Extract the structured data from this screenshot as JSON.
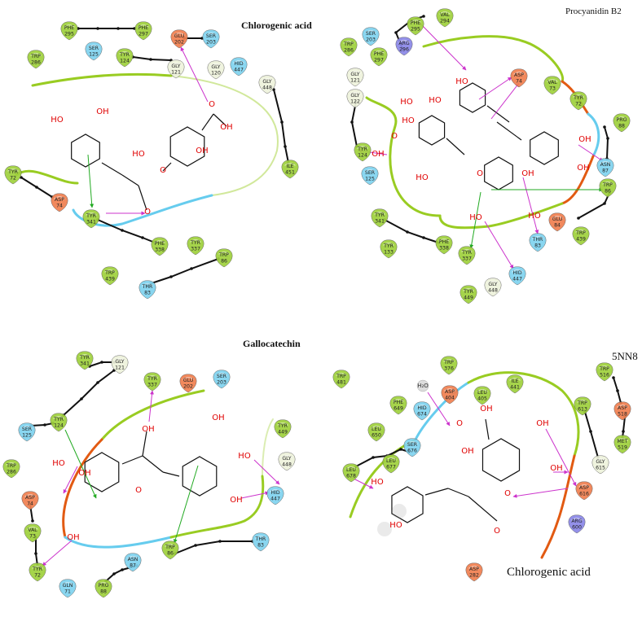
{
  "panels": [
    {
      "title": "Chlorogenic acid",
      "residues": [
        {
          "name": "PHE",
          "num": "295",
          "kind": "hydrophobic"
        },
        {
          "name": "PHE",
          "num": "297",
          "kind": "hydrophobic"
        },
        {
          "name": "GLU",
          "num": "202",
          "kind": "negative"
        },
        {
          "name": "SER",
          "num": "203",
          "kind": "polar"
        },
        {
          "name": "TRP",
          "num": "286",
          "kind": "hydrophobic"
        },
        {
          "name": "SER",
          "num": "125",
          "kind": "polar"
        },
        {
          "name": "TYR",
          "num": "124",
          "kind": "hydrophobic"
        },
        {
          "name": "GLY",
          "num": "121",
          "kind": "glycine"
        },
        {
          "name": "GLY",
          "num": "120",
          "kind": "glycine"
        },
        {
          "name": "HID",
          "num": "447",
          "kind": "polar"
        },
        {
          "name": "GLY",
          "num": "448",
          "kind": "glycine"
        },
        {
          "name": "ILE",
          "num": "451",
          "kind": "hydrophobic"
        },
        {
          "name": "TYR",
          "num": "72",
          "kind": "hydrophobic"
        },
        {
          "name": "ASP",
          "num": "74",
          "kind": "negative"
        },
        {
          "name": "TYR",
          "num": "341",
          "kind": "hydrophobic"
        },
        {
          "name": "PHE",
          "num": "338",
          "kind": "hydrophobic"
        },
        {
          "name": "TYR",
          "num": "337",
          "kind": "hydrophobic"
        },
        {
          "name": "TRP",
          "num": "86",
          "kind": "hydrophobic"
        },
        {
          "name": "TRP",
          "num": "439",
          "kind": "hydrophobic"
        },
        {
          "name": "THR",
          "num": "83",
          "kind": "polar"
        }
      ],
      "atoms": [
        "HO",
        "OH",
        "HO",
        "OH",
        "O",
        "OH",
        "O",
        "O"
      ]
    },
    {
      "title": "Procyanidin B2",
      "residues": [
        {
          "name": "VAL",
          "num": "294",
          "kind": "hydrophobic"
        },
        {
          "name": "PHE",
          "num": "295",
          "kind": "hydrophobic"
        },
        {
          "name": "SER",
          "num": "203",
          "kind": "polar"
        },
        {
          "name": "TRP",
          "num": "286",
          "kind": "hydrophobic"
        },
        {
          "name": "ARG",
          "num": "296",
          "kind": "positive"
        },
        {
          "name": "PHE",
          "num": "297",
          "kind": "hydrophobic"
        },
        {
          "name": "GLY",
          "num": "121",
          "kind": "glycine"
        },
        {
          "name": "GLY",
          "num": "122",
          "kind": "glycine"
        },
        {
          "name": "ASP",
          "num": "74",
          "kind": "negative"
        },
        {
          "name": "VAL",
          "num": "73",
          "kind": "hydrophobic"
        },
        {
          "name": "TYR",
          "num": "72",
          "kind": "hydrophobic"
        },
        {
          "name": "PRO",
          "num": "88",
          "kind": "hydrophobic"
        },
        {
          "name": "TYR",
          "num": "124",
          "kind": "hydrophobic"
        },
        {
          "name": "SER",
          "num": "125",
          "kind": "polar"
        },
        {
          "name": "ASN",
          "num": "87",
          "kind": "polar"
        },
        {
          "name": "TRP",
          "num": "86",
          "kind": "hydrophobic"
        },
        {
          "name": "GLU",
          "num": "84",
          "kind": "negative"
        },
        {
          "name": "TRP",
          "num": "439",
          "kind": "hydrophobic"
        },
        {
          "name": "THR",
          "num": "83",
          "kind": "polar"
        },
        {
          "name": "TYR",
          "num": "341",
          "kind": "hydrophobic"
        },
        {
          "name": "TYR",
          "num": "133",
          "kind": "hydrophobic"
        },
        {
          "name": "PHE",
          "num": "338",
          "kind": "hydrophobic"
        },
        {
          "name": "TYR",
          "num": "337",
          "kind": "hydrophobic"
        },
        {
          "name": "HID",
          "num": "447",
          "kind": "polar"
        },
        {
          "name": "GLY",
          "num": "448",
          "kind": "glycine"
        },
        {
          "name": "TYR",
          "num": "449",
          "kind": "hydrophobic"
        }
      ],
      "atoms": [
        "HO",
        "HO",
        "HO",
        "HO",
        "O",
        "OH",
        "OH",
        "HO",
        "O",
        "OH",
        "HO",
        "OH",
        "HO"
      ]
    },
    {
      "title": "Gallocatechin",
      "residues": [
        {
          "name": "TYR",
          "num": "341",
          "kind": "hydrophobic"
        },
        {
          "name": "GLY",
          "num": "121",
          "kind": "glycine"
        },
        {
          "name": "TYR",
          "num": "337",
          "kind": "hydrophobic"
        },
        {
          "name": "GLU",
          "num": "202",
          "kind": "negative"
        },
        {
          "name": "SER",
          "num": "203",
          "kind": "polar"
        },
        {
          "name": "TYR",
          "num": "124",
          "kind": "hydrophobic"
        },
        {
          "name": "SER",
          "num": "125",
          "kind": "polar"
        },
        {
          "name": "TRP",
          "num": "286",
          "kind": "hydrophobic"
        },
        {
          "name": "TYR",
          "num": "449",
          "kind": "hydrophobic"
        },
        {
          "name": "GLY",
          "num": "448",
          "kind": "glycine"
        },
        {
          "name": "HID",
          "num": "447",
          "kind": "polar"
        },
        {
          "name": "ASP",
          "num": "74",
          "kind": "negative"
        },
        {
          "name": "VAL",
          "num": "73",
          "kind": "hydrophobic"
        },
        {
          "name": "TYR",
          "num": "72",
          "kind": "hydrophobic"
        },
        {
          "name": "GLN",
          "num": "71",
          "kind": "polar"
        },
        {
          "name": "ASN",
          "num": "87",
          "kind": "polar"
        },
        {
          "name": "PRO",
          "num": "88",
          "kind": "hydrophobic"
        },
        {
          "name": "TRP",
          "num": "86",
          "kind": "hydrophobic"
        },
        {
          "name": "THR",
          "num": "83",
          "kind": "polar"
        }
      ],
      "atoms": [
        "OH",
        "OH",
        "HO",
        "OH",
        "OH",
        "OH",
        "O",
        "HO"
      ]
    },
    {
      "title": "5NN8",
      "subtitle": "Chlorogenic acid",
      "water": "H₂O",
      "residues": [
        {
          "name": "TRP",
          "num": "376",
          "kind": "hydrophobic"
        },
        {
          "name": "TRP",
          "num": "481",
          "kind": "hydrophobic"
        },
        {
          "name": "ASP",
          "num": "404",
          "kind": "negative"
        },
        {
          "name": "LEU",
          "num": "405",
          "kind": "hydrophobic"
        },
        {
          "name": "ILE",
          "num": "441",
          "kind": "hydrophobic"
        },
        {
          "name": "TRP",
          "num": "516",
          "kind": "hydrophobic"
        },
        {
          "name": "PHE",
          "num": "649",
          "kind": "hydrophobic"
        },
        {
          "name": "HID",
          "num": "674",
          "kind": "polar"
        },
        {
          "name": "ASP",
          "num": "518",
          "kind": "negative"
        },
        {
          "name": "TRP",
          "num": "613",
          "kind": "hydrophobic"
        },
        {
          "name": "LEU",
          "num": "650",
          "kind": "hydrophobic"
        },
        {
          "name": "SER",
          "num": "676",
          "kind": "polar"
        },
        {
          "name": "MET",
          "num": "519",
          "kind": "hydrophobic"
        },
        {
          "name": "LEU",
          "num": "677",
          "kind": "hydrophobic"
        },
        {
          "name": "LEU",
          "num": "678",
          "kind": "hydrophobic"
        },
        {
          "name": "GLY",
          "num": "615",
          "kind": "glycine"
        },
        {
          "name": "ASP",
          "num": "616",
          "kind": "negative"
        },
        {
          "name": "ARG",
          "num": "600",
          "kind": "positive"
        },
        {
          "name": "ASP",
          "num": "282",
          "kind": "negative"
        }
      ],
      "atoms": [
        "OH",
        "O",
        "OH",
        "OH",
        "OH",
        "HO",
        "O",
        "HO",
        "O"
      ]
    }
  ],
  "colors": {
    "hydrophobic": "#9fd13c",
    "polar": "#7fd3ef",
    "negative": "#f08050",
    "positive": "#8a87e8",
    "glycine": "#eef2dc",
    "hbond": "#cc33cc",
    "pi": "#22aa22",
    "pocket_green": "#99cc22",
    "pocket_orange": "#e25a12",
    "pocket_blue": "#66ccee"
  }
}
